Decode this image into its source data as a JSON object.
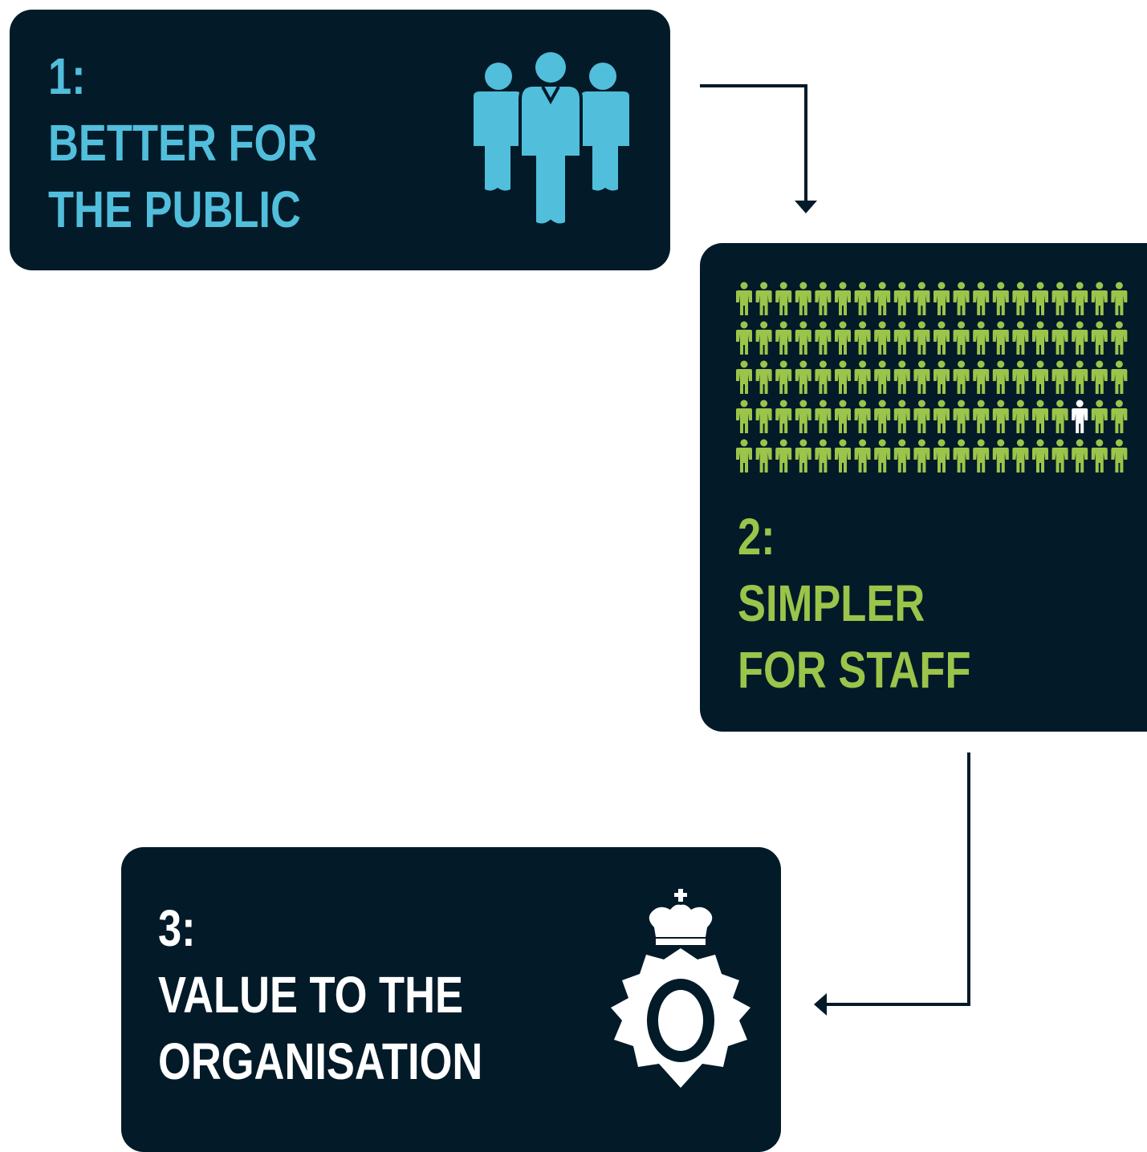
{
  "steps": [
    {
      "number": "1:",
      "line1": "BETTER FOR",
      "line2": "THE PUBLIC"
    },
    {
      "number": "2:",
      "line1": "SIMPLER",
      "line2": "FOR STAFF"
    },
    {
      "number": "3:",
      "line1": "VALUE TO THE",
      "line2": "ORGANISATION"
    }
  ],
  "colors": {
    "card_background": "#031a29",
    "step1_accent": "#51bedb",
    "step2_accent": "#9bc44a",
    "step3_accent": "#ffffff",
    "connector": "#031a29"
  },
  "icons": {
    "step1": "people-group-icon",
    "step2": "staff-figures-grid-icon",
    "step3": "police-badge-icon"
  },
  "staff_grid": {
    "rows": 5,
    "columns": 20,
    "highlighted_row": 4,
    "highlighted_column": 18
  }
}
